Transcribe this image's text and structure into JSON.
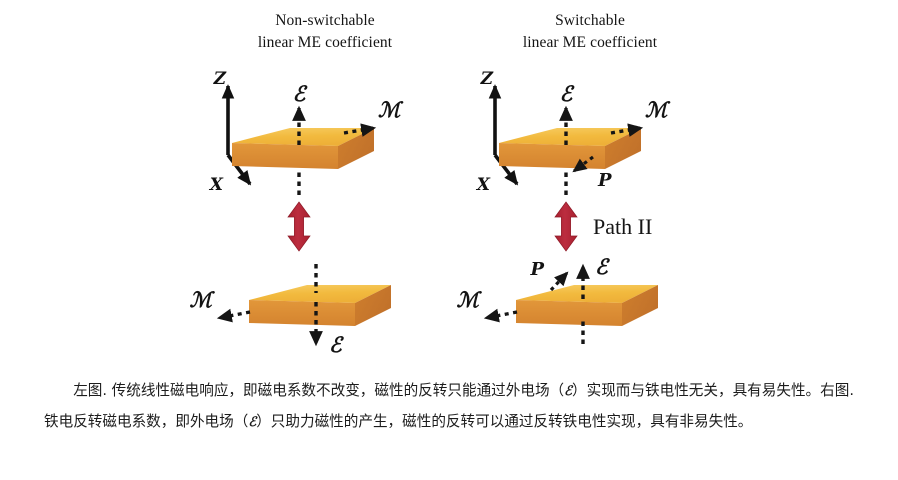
{
  "figure": {
    "panels": [
      {
        "id": "left",
        "title_line1": "Non-switchable",
        "title_line2": "linear ME coefficient"
      },
      {
        "id": "right",
        "title_line1": "Switchable",
        "title_line2": "linear ME coefficient"
      }
    ],
    "path_label": "Path II",
    "axis_labels": {
      "z": "Z",
      "x": "X"
    },
    "symbols": {
      "electric_field": "ℰ",
      "magnetization": "ℳ",
      "polarization": "P"
    },
    "colors": {
      "slab_top": "#f2ba3e",
      "slab_front": "#d98a35",
      "slab_side": "#c9792c",
      "slab_top_highlight": "#f7cc61",
      "arrow_red": "#b5293a",
      "vector_black": "#151515",
      "axis_black": "#111111",
      "text_black": "#1a1a1a",
      "background": "#ffffff"
    },
    "slabs": [
      {
        "id": "left-top",
        "panel": "left",
        "electric_field_direction": "up",
        "magnetization_direction": "right",
        "polarization_direction": "none",
        "has_axes": true
      },
      {
        "id": "left-bottom",
        "panel": "left",
        "electric_field_direction": "down",
        "magnetization_direction": "left",
        "polarization_direction": "none",
        "has_axes": false
      },
      {
        "id": "right-top",
        "panel": "right",
        "electric_field_direction": "up",
        "magnetization_direction": "right",
        "polarization_direction": "down-left",
        "has_axes": true
      },
      {
        "id": "right-bottom",
        "panel": "right",
        "electric_field_direction": "up",
        "magnetization_direction": "left",
        "polarization_direction": "up-left",
        "has_axes": false
      }
    ],
    "switch_arrows": [
      {
        "id": "left-switch",
        "panel": "left",
        "type": "double-headed-vertical",
        "label": ""
      },
      {
        "id": "right-switch",
        "panel": "right",
        "type": "double-headed-vertical",
        "label": "Path II"
      }
    ]
  },
  "caption": {
    "part1_prefix": "左图. 传统线性磁电响应，即磁电系数不改变，磁性的反转只能通过外电场（",
    "part1_symbol": "ℰ",
    "part1_suffix": "）实现而与铁电性无关，具有易失性。",
    "part2_prefix": "右图. 铁电反转磁电系数，即外电场（",
    "part2_symbol": "ℰ",
    "part2_suffix": "）只助力磁性的产生，磁性的反转可以通过反转铁电性实现，具有非易失性。"
  }
}
